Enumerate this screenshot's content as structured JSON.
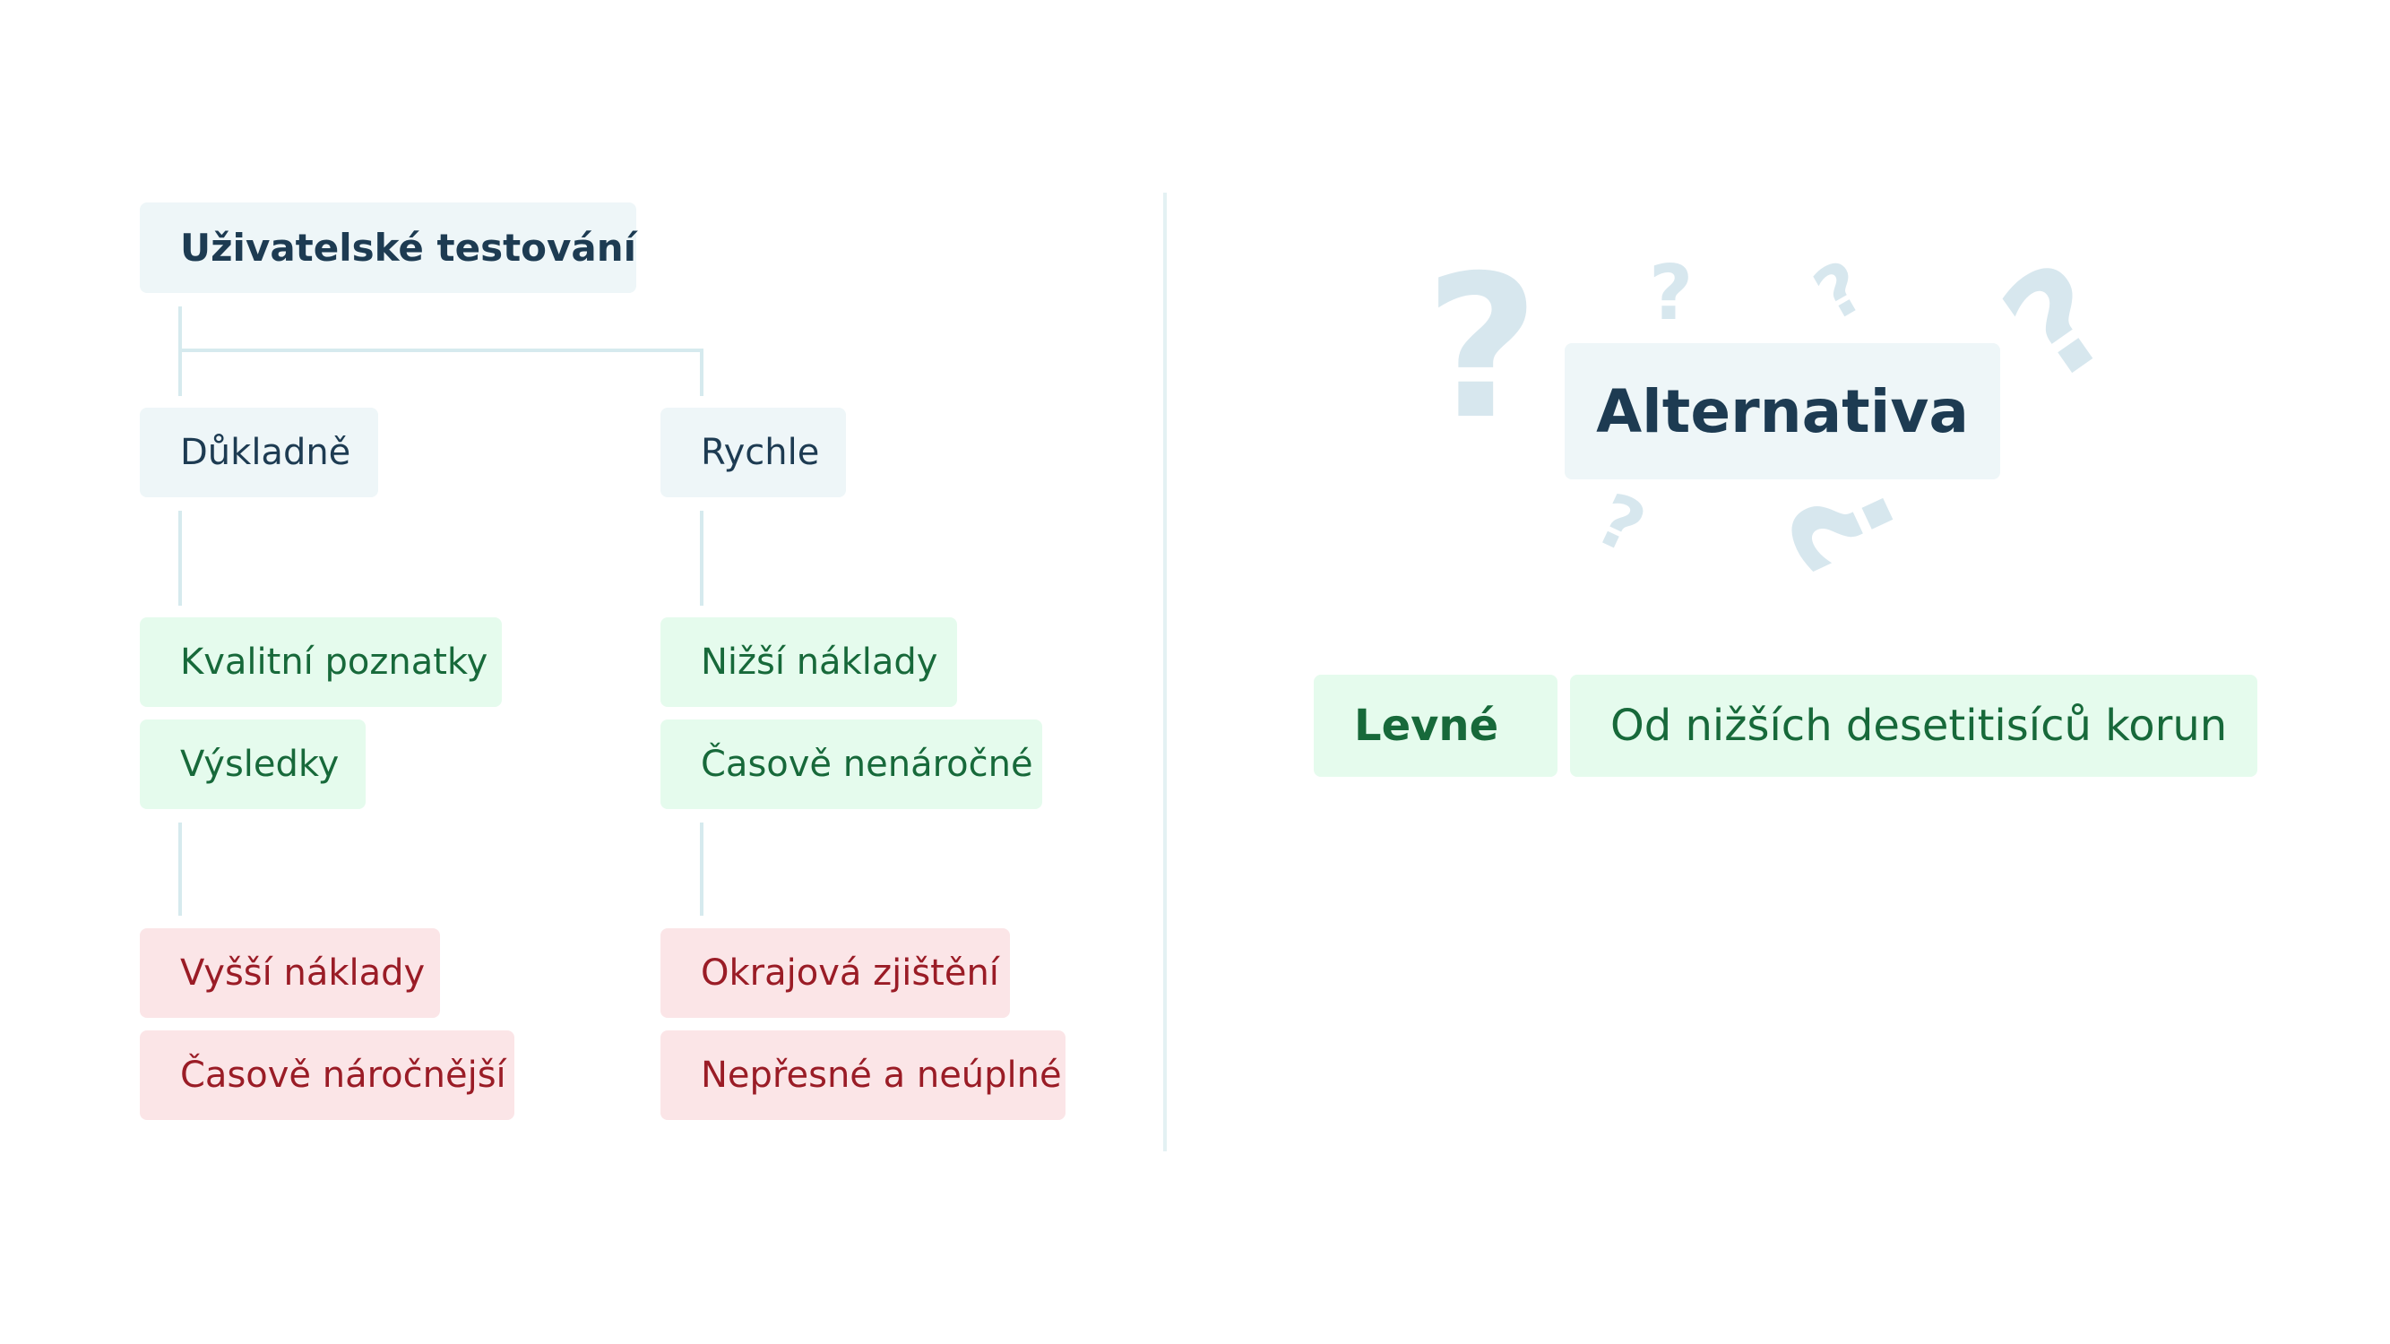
{
  "colors": {
    "neutral_bg": "#eef6f8",
    "neutral_text": "#1d3b52",
    "positive_bg": "#e5fbed",
    "positive_text": "#17693a",
    "negative_bg": "#fbe5e7",
    "negative_text": "#9a1c26",
    "connector": "#d6eaee",
    "question_marks": "#d7e7ee"
  },
  "left": {
    "root": "Uživatelské testování",
    "branches": [
      {
        "label": "Důkladně",
        "pros": [
          "Kvalitní poznatky",
          "Výsledky"
        ],
        "cons": [
          "Vyšší náklady",
          "Časově náročnější"
        ]
      },
      {
        "label": "Rychle",
        "pros": [
          "Nižší náklady",
          "Časově nenáročné"
        ],
        "cons": [
          "Okrajová zjištění",
          "Nepřesné a neúplné"
        ]
      }
    ]
  },
  "right": {
    "title": "Alternativa",
    "tag": "Levné",
    "description": "Od nižších desetitisíců korun",
    "decoration_icon": "question-mark-icon"
  }
}
